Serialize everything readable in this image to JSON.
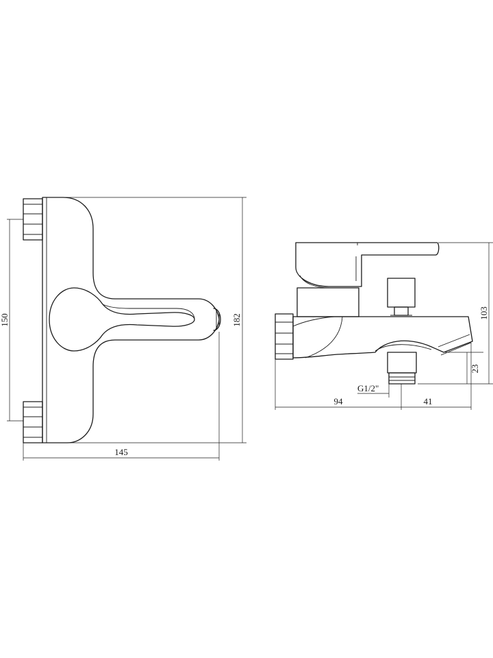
{
  "front_view": {
    "width_label": "145",
    "inlet_spacing_label": "150",
    "height_label": "182"
  },
  "side_view": {
    "depth_label": "103",
    "outlet_drop_label": "23",
    "thread_label": "G1/2\"",
    "wall_to_outlet_label": "94",
    "outlet_to_spout_label": "41"
  },
  "colors": {
    "line": "#1a1a1a",
    "background": "#ffffff"
  }
}
